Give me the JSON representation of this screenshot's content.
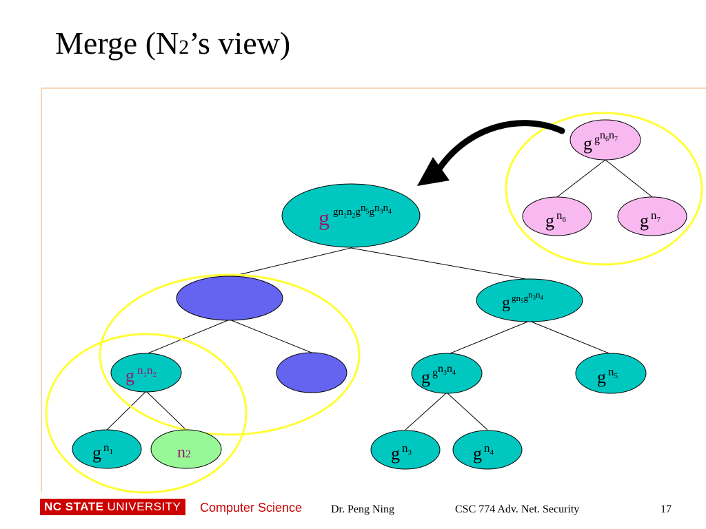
{
  "slide": {
    "title_main": "Merge (N",
    "title_sub": "2",
    "title_rest": "’s view)"
  },
  "tree": {
    "root": {
      "base": "g",
      "exp_prefix": "g",
      "n1": "n",
      "s1": "1",
      "n2": "n",
      "s2": "2",
      "g2": "g",
      "n5": "n",
      "s5": "5",
      "g3": "g",
      "n3": "n",
      "s3": "3",
      "n4": "n",
      "s4": "4"
    },
    "left_mid": {},
    "right_mid": {
      "base": "g",
      "e1": "g",
      "n5": "n",
      "s5": "5",
      "g2": "g",
      "n3": "n",
      "s3": "3",
      "n4": "n",
      "s4": "4"
    },
    "n1n2": {
      "base": "g",
      "n1": "n",
      "s1": "1",
      "n2": "n",
      "s2": "2"
    },
    "left_mid_right": {},
    "n3n4": {
      "base": "g",
      "g2": "g",
      "n3": "n",
      "s3": "3",
      "n4": "n",
      "s4": "4"
    },
    "gn5": {
      "base": "g",
      "n": "n",
      "s": "5"
    },
    "gn1": {
      "base": "g",
      "n": "n",
      "s": "1"
    },
    "n2_leaf": {
      "n": "n",
      "s": "2"
    },
    "gn3": {
      "base": "g",
      "n": "n",
      "s": "3"
    },
    "gn4": {
      "base": "g",
      "n": "n",
      "s": "4"
    },
    "n6n7": {
      "base": "g",
      "g2": "g",
      "n6": "n",
      "s6": "6",
      "n7": "n",
      "s7": "7"
    },
    "gn6": {
      "base": "g",
      "n": "n",
      "s": "6"
    },
    "gn7": {
      "base": "g",
      "n": "n",
      "s": "7"
    }
  },
  "footer": {
    "university_bold": "NC STATE",
    "university_rest": "UNIVERSITY",
    "department": "Computer Science",
    "author": "Dr. Peng Ning",
    "course": "CSC 774 Adv. Net. Security",
    "page_number": "17"
  },
  "colors": {
    "teal_node": "#00c8c0",
    "blue_node": "#6464f0",
    "pink_node": "#f8b8f0",
    "green_node": "#98f898",
    "highlight_ring": "#ffff33",
    "accent_text": "#99146e",
    "frame_line": "#f4c8a0",
    "brand_red": "#cc0000"
  },
  "icons": [
    "curved-arrow-icon"
  ]
}
